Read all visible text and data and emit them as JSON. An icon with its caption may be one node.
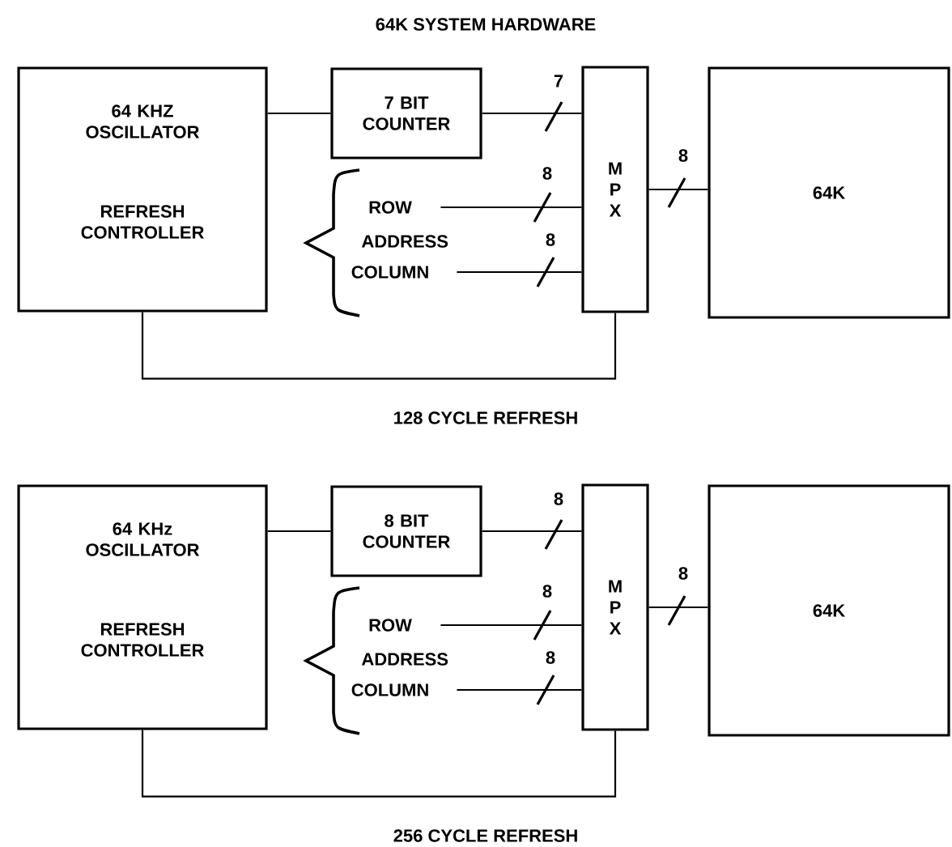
{
  "diagram": {
    "title": "64K SYSTEM HARDWARE",
    "nodes": [
      {
        "text": [
          "64 KHZ OSCILLATOR",
          "REFRESH CONTROLLER"
        ]
      },
      {
        "text": [
          "7 BIT COUNTER"
        ]
      },
      {
        "text": [
          "M P X"
        ]
      },
      {
        "text": [
          "64K"
        ]
      },
      {
        "text": [
          "ROW"
        ]
      },
      {
        "text": [
          "COLUMN"
        ]
      },
      {
        "text": [
          "64 KHz OSCILLATOR",
          "REFRESH CONTROLLER"
        ]
      },
      {
        "text": [
          "8 BIT COUNTER"
        ]
      },
      {
        "text": [
          "M P X"
        ]
      },
      {
        "text": [
          "64K"
        ]
      },
      {
        "text": [
          "ROW"
        ]
      },
      {
        "text": [
          "COLUMN"
        ]
      }
    ],
    "edges": [
      {
        "from": 0,
        "to": 1,
        "arrow": "none"
      },
      {
        "from": 1,
        "to": 2,
        "arrow": "none",
        "label": "7"
      },
      {
        "from": 4,
        "to": 2,
        "arrow": "none",
        "label": "8"
      },
      {
        "from": 5,
        "to": 2,
        "arrow": "none",
        "label": "8"
      },
      {
        "from": 2,
        "to": 3,
        "arrow": "none",
        "label": "8"
      },
      {
        "from": 0,
        "to": 2,
        "arrow": "none"
      },
      {
        "from": 6,
        "to": 7,
        "arrow": "none"
      },
      {
        "from": 7,
        "to": 8,
        "arrow": "none",
        "label": "8"
      },
      {
        "from": 10,
        "to": 8,
        "arrow": "none",
        "label": "8"
      },
      {
        "from": 11,
        "to": 8,
        "arrow": "none",
        "label": "8"
      },
      {
        "from": 8,
        "to": 9,
        "arrow": "none",
        "label": "8"
      },
      {
        "from": 6,
        "to": 8,
        "arrow": "none"
      }
    ],
    "labels": [
      "ADDRESS",
      "128 CYCLE REFRESH",
      "ADDRESS",
      "256 CYCLE REFRESH"
    ]
  }
}
